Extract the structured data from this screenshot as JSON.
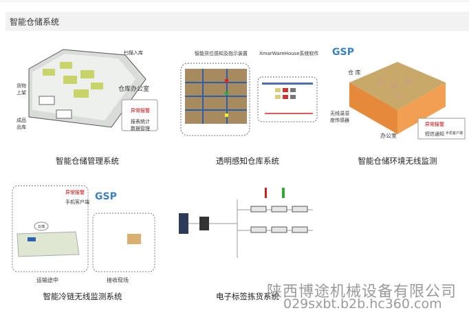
{
  "section_title": "智能仓储系统",
  "items": [
    {
      "caption": "智能仓储管理系统",
      "labels": [
        "扫描入库",
        "仓库办公室",
        "货物上架",
        "成品出库",
        "异常报警",
        "报表统计数据管理"
      ]
    },
    {
      "caption": "透明感知仓库系统",
      "labels": [
        "智能货位感知及指示装置",
        "XmarWareHouse系统软件"
      ]
    },
    {
      "caption": "智能仓储环境无线监测",
      "labels": [
        "仓 库",
        "无线温湿度传感器",
        "办公室",
        "异常报警",
        "短信通知",
        "手机客户端"
      ]
    },
    {
      "caption": "智能冷链无线监测系统",
      "labels": [
        "异常报警",
        "手机客户端",
        "运输途中",
        "接收现场",
        "云端"
      ]
    },
    {
      "caption": "电子标签拣货系统",
      "labels": []
    }
  ],
  "watermark": {
    "company": "陕西博途机械设备有限公司",
    "url": "029sxbt.b2b.hc360.com"
  }
}
